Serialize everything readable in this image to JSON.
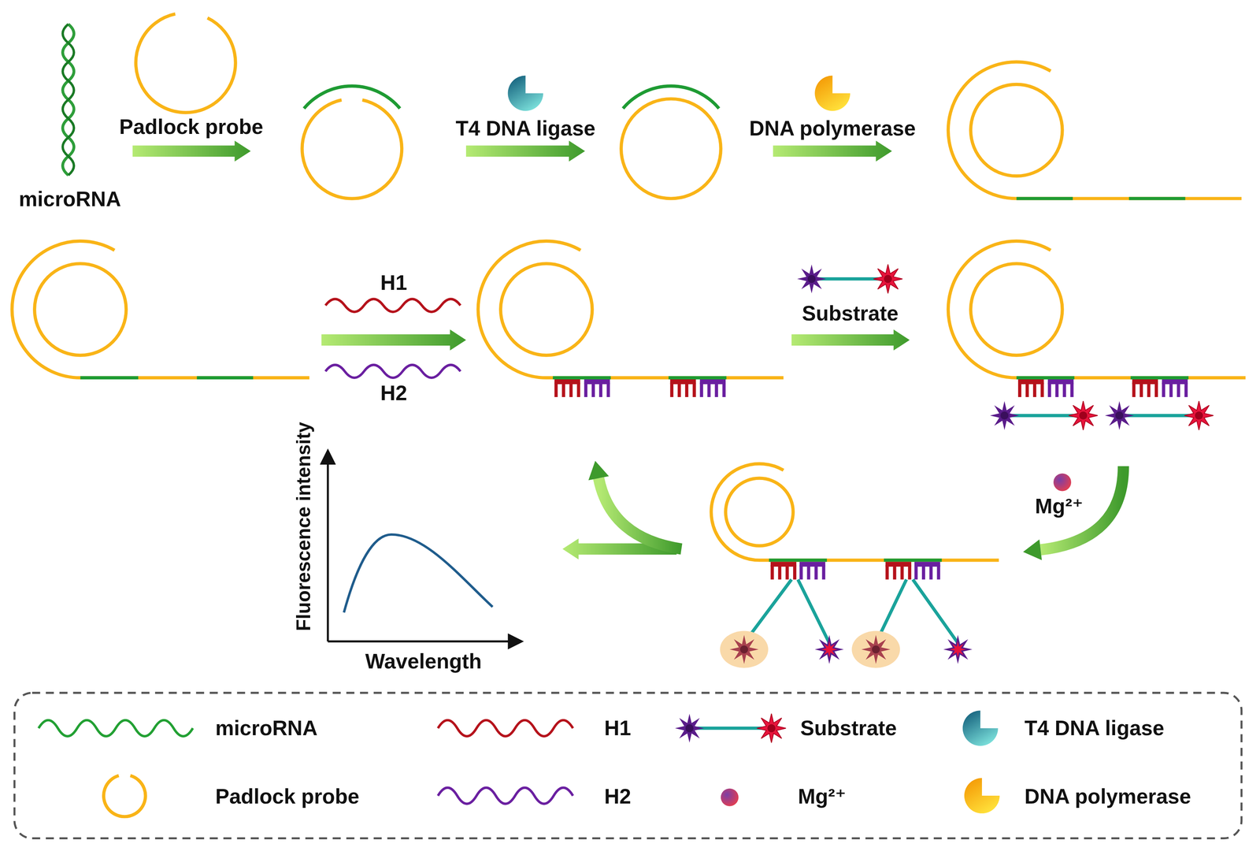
{
  "diagram": {
    "labels": [
      "microRNA",
      "Padlock probe",
      "T4 DNA ligase",
      "DNA polymerase",
      "H1",
      "H2",
      "Substrate",
      "Mg²⁺",
      "Fluorescence intensity",
      "Wavelength"
    ],
    "legend": [
      {
        "text": "microRNA"
      },
      {
        "text": "H1"
      },
      {
        "text": "Substrate"
      },
      {
        "text": "T4 DNA ligase"
      },
      {
        "text": "Padlock probe"
      },
      {
        "text": "H2"
      },
      {
        "text": "Mg²⁺"
      },
      {
        "text": "DNA polymerase"
      }
    ]
  }
}
